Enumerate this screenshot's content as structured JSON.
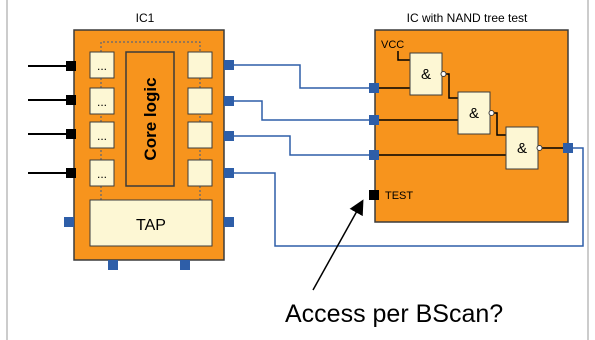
{
  "colors": {
    "chip": "#f7941d",
    "chip_border": "#3b3b3b",
    "cell_fill": "#fdf7d4",
    "pin_blue": "#2e5ea8",
    "wire_blue": "#2e5ea8",
    "wire_black": "#000000",
    "pin_black": "#000000"
  },
  "ic1": {
    "title": "IC1",
    "core_label": "Core logic",
    "tap_label": "TAP",
    "cell_label": "..."
  },
  "ic2": {
    "title": "IC with NAND tree test",
    "vcc_label": "VCC",
    "gate_symbol": "&",
    "test_label": "TEST"
  },
  "annotation": {
    "question": "Access per BScan?"
  }
}
